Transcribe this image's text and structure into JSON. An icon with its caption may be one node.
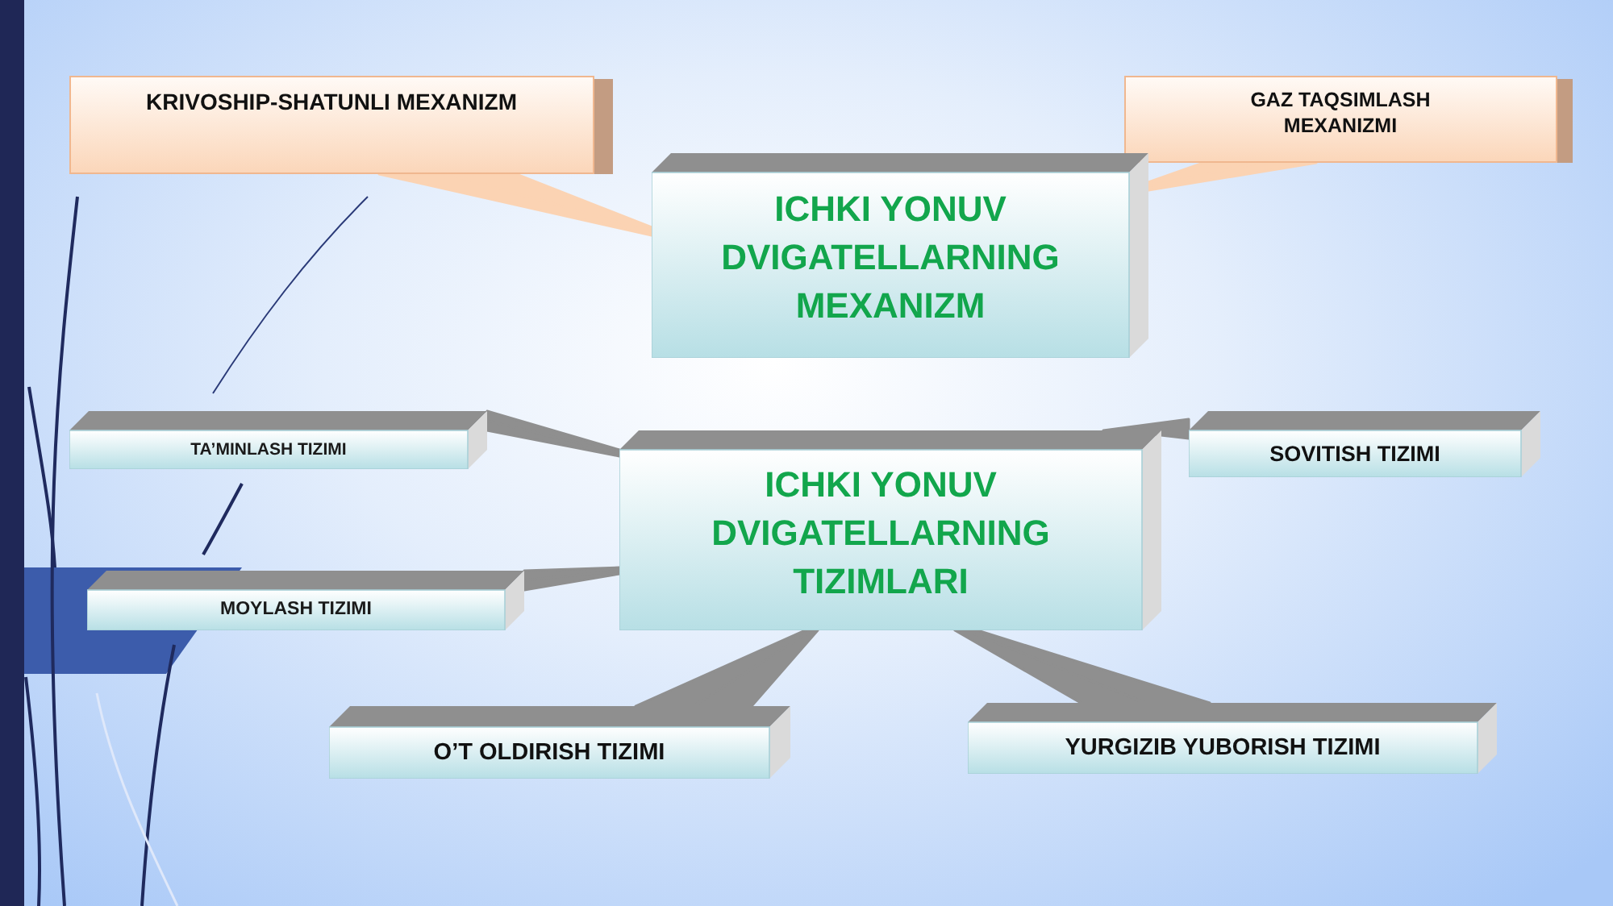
{
  "diagram": {
    "nodes": [
      {
        "text": [
          "KRIVOSHIP-SHATUNLI MEXANIZM"
        ]
      },
      {
        "text": [
          "GAZ TAQSIMLASH MEXANIZMI"
        ]
      },
      {
        "text": [
          "ICHKI YONUV DVIGATELLARNING MEXANIZM"
        ]
      },
      {
        "text": [
          "TA’MINLASH TIZIMI"
        ]
      },
      {
        "text": [
          "SOVITISH TIZIMI"
        ]
      },
      {
        "text": [
          "ICHKI YONUV DVIGATELLARNING TIZIMLARI"
        ]
      },
      {
        "text": [
          "MOYLASH TIZIMI"
        ]
      },
      {
        "text": [
          "O’T OLDIRISH TIZIMI"
        ]
      },
      {
        "text": [
          "YURGIZIB YUBORISH TIZIMI"
        ]
      }
    ],
    "edges": [
      {
        "from": 0,
        "to": 2,
        "arrow": "none",
        "color": "#fbd3b3"
      },
      {
        "from": 1,
        "to": 2,
        "arrow": "none",
        "color": "#fbd3b3"
      },
      {
        "from": 3,
        "to": 5,
        "arrow": "none"
      },
      {
        "from": 4,
        "to": 5,
        "arrow": "none"
      },
      {
        "from": 6,
        "to": 5,
        "arrow": "none"
      },
      {
        "from": 7,
        "to": 5,
        "arrow": "none"
      },
      {
        "from": 8,
        "to": 5,
        "arrow": "none"
      }
    ]
  }
}
